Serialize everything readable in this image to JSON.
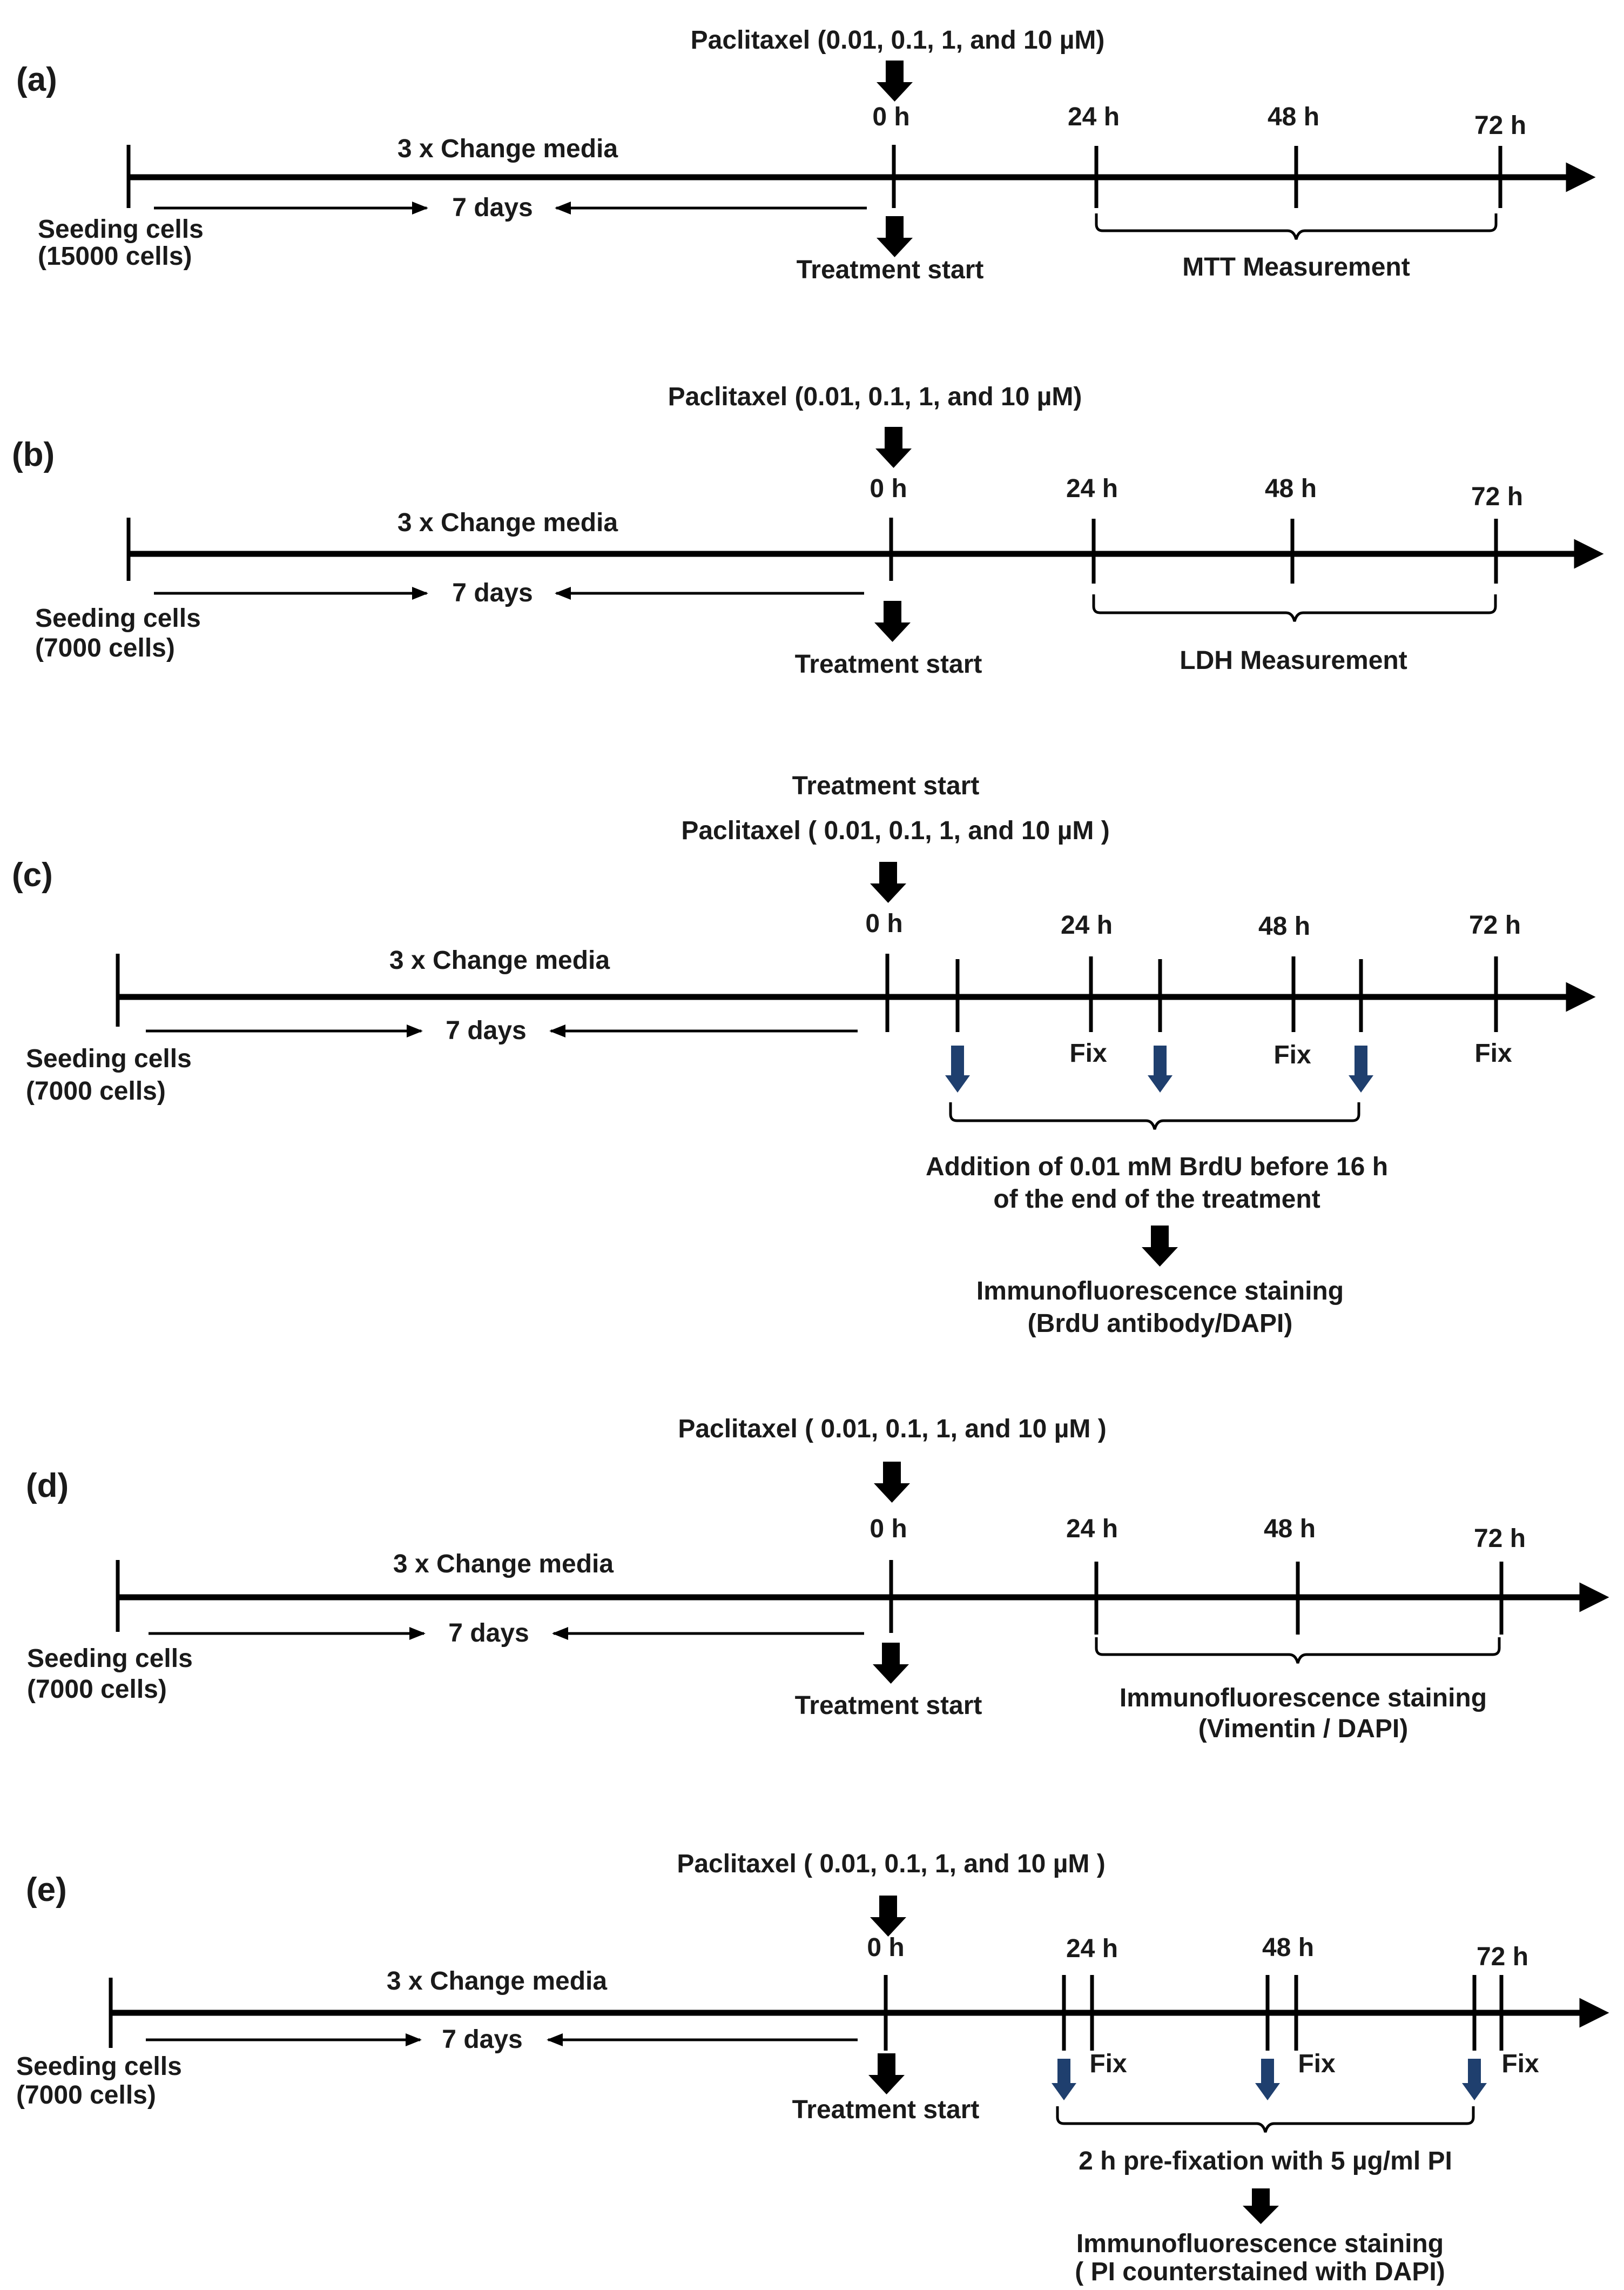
{
  "panels": [
    {
      "label": "(a)",
      "drug": "Paclitaxel (0.01, 0.1, 1, and 10 µM)",
      "t0": "0 h",
      "t24": "24 h",
      "t48": "48 h",
      "t72": "72 h",
      "media": "3 x Change media",
      "days": "7 days",
      "seed1": "Seeding cells",
      "seed2": "(15000 cells)",
      "treat": "Treatment start",
      "measure": "MTT Measurement"
    },
    {
      "label": "(b)",
      "drug": "Paclitaxel (0.01, 0.1, 1, and 10 µM)",
      "t0": "0 h",
      "t24": "24 h",
      "t48": "48 h",
      "t72": "72 h",
      "media": "3 x Change media",
      "days": "7 days",
      "seed1": "Seeding cells",
      "seed2": "(7000 cells)",
      "treat": "Treatment start",
      "measure": "LDH Measurement"
    },
    {
      "label": "(c)",
      "top": "Treatment start",
      "drug": "Paclitaxel ( 0.01, 0.1, 1, and 10 µM )",
      "t0": "0 h",
      "t24": "24 h",
      "t48": "48 h",
      "t72": "72 h",
      "media": "3 x Change media",
      "days": "7 days",
      "seed1": "Seeding cells",
      "seed2": "(7000 cells)",
      "fix": "Fix",
      "brdu1": "Addition of 0.01 mM BrdU before 16 h",
      "brdu2": "of the end of the treatment",
      "stain1": "Immunofluorescence staining",
      "stain2": "(BrdU antibody/DAPI)"
    },
    {
      "label": "(d)",
      "drug": "Paclitaxel ( 0.01, 0.1, 1, and 10 µM )",
      "t0": "0 h",
      "t24": "24 h",
      "t48": "48 h",
      "t72": "72 h",
      "media": "3 x Change media",
      "days": "7 days",
      "seed1": "Seeding cells",
      "seed2": "(7000 cells)",
      "treat": "Treatment start",
      "stain1": "Immunofluorescence staining",
      "stain2": "(Vimentin / DAPI)"
    },
    {
      "label": "(e)",
      "drug": "Paclitaxel ( 0.01, 0.1, 1, and 10 µM )",
      "t0": "0 h",
      "t24": "24 h",
      "t48": "48 h",
      "t72": "72 h",
      "media": "3 x Change media",
      "days": "7 days",
      "seed1": "Seeding cells",
      "seed2": "(7000 cells)",
      "treat": "Treatment start",
      "fix": "Fix",
      "pi": "2 h pre-fixation with 5 µg/ml PI",
      "stain1": "Immunofluorescence staining",
      "stain2": "( PI counterstained with DAPI)"
    }
  ]
}
